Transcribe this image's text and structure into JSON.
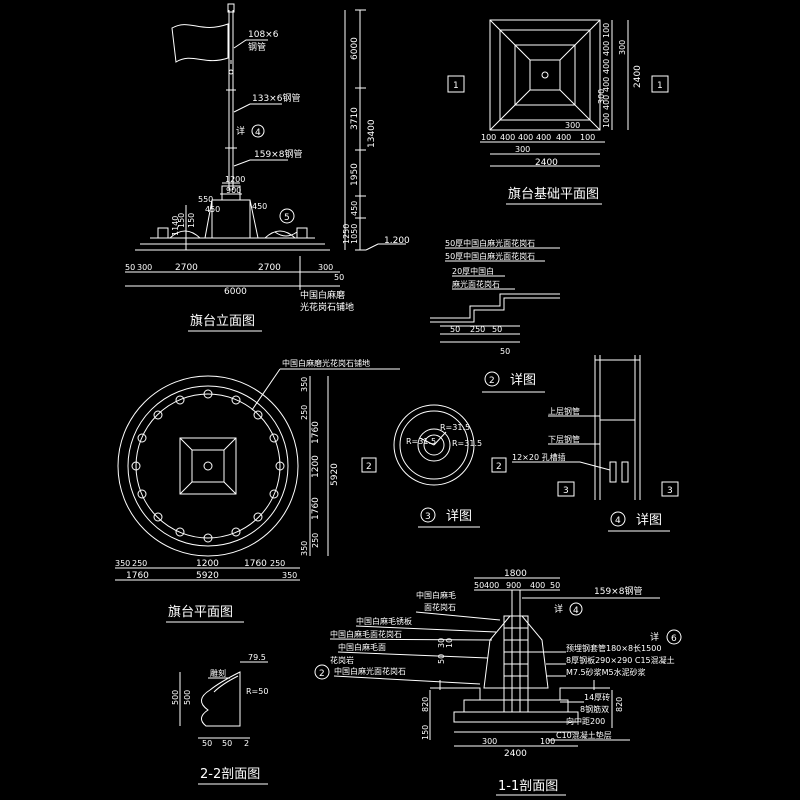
{
  "titles": {
    "elevation": "旗台立面图",
    "foundation": "旗台基础平面图",
    "plan": "旗台平面图",
    "detail2": "详图",
    "detail3": "详图",
    "detail4": "详图",
    "section22": "2-2剖面图",
    "section11": "1-1剖面图"
  },
  "markers": {
    "n1": "1",
    "n2": "2",
    "n3": "3",
    "n4": "4",
    "n5": "5",
    "n6": "6"
  },
  "elevation": {
    "pipe_top": "108×6",
    "pipe_top_b": "钢管",
    "pipe_mid": "133×6钢管",
    "pipe_low": "159×8钢管",
    "detail_ref": "详",
    "h1": "6000",
    "h2": "3710",
    "h3": "1950",
    "h_total": "13400",
    "h4": "450",
    "h5": "1250",
    "h6": "1050",
    "level": "1.200",
    "w_top1": "1200",
    "w_top2": "900",
    "w_550": "550",
    "w_450a": "450",
    "w_450b": "450",
    "v1": "1140",
    "v2": "150",
    "v3": "150",
    "d_50a": "50",
    "d_300a": "300",
    "d_2700a": "2700",
    "d_2700b": "2700",
    "d_300b": "300",
    "d_50b": "50",
    "d_6000": "6000",
    "paving_1": "中国白麻磨",
    "paving_2": "光花岗石铺地"
  },
  "foundation": {
    "t_100": "100",
    "t_400a": "400",
    "t_400b": "400",
    "t_400c": "400",
    "t_400d": "400",
    "t_100b": "100",
    "t_300": "300",
    "b_300": "300",
    "b_2400": "2400",
    "r_300": "300",
    "r_2400": "2400",
    "rl_400": "400",
    "rl_400b": "400",
    "rl_400c": "400",
    "rl_400d": "400",
    "rl_300": "300",
    "rl_100": "100",
    "rl_100b": "100"
  },
  "detail2": {
    "l1": "50厚中国白麻光面花岗石",
    "l2": "50厚中国白麻光面花岗石",
    "l3": "20厚中国白",
    "l4": "麻光面花岗石",
    "d_50a": "50",
    "d_250": "250",
    "d_50b": "50",
    "d_50c": "50"
  },
  "plan": {
    "label": "中国白麻磨光花岗石铺地",
    "r_350": "350",
    "r_250": "250",
    "r_1760a": "1760",
    "r_1200": "1200",
    "r_1760b": "1760",
    "r_250b": "250",
    "r_350b": "350",
    "r_5920": "5920",
    "b_350": "350",
    "b_250": "250",
    "b_1760a": "1760",
    "b_1200": "1200",
    "b_1760b": "1760",
    "b_250b": "250",
    "b_5920": "5920",
    "b_350b": "350"
  },
  "detail3": {
    "r1": "R=31.5",
    "r2": "R=31.5",
    "r3": "R=31.5"
  },
  "detail4": {
    "upper": "上层钢管",
    "lower": "下层钢管",
    "hole": "12×20 孔槽插"
  },
  "section22": {
    "label": "雕刻",
    "top": "79.5",
    "radius": "R=50",
    "h_500a": "500",
    "h_500b": "500",
    "w_50a": "50",
    "w_50b": "50",
    "w_2": "2"
  },
  "section11": {
    "top_1800": "1800",
    "t_50a": "50",
    "t_400a": "400",
    "t_900": "900",
    "t_400b": "400",
    "t_50b": "50",
    "pipe": "159×8钢管",
    "l1": "中国白麻毛",
    "l2": "面花岗石",
    "l3": "中国白麻毛锈板",
    "l4": "中国白麻毛面花岗石",
    "l5": "中国白麻毛面",
    "l6": "花岗岩",
    "l7": "中国白麻光面花岗石",
    "r1": "预埋钢套管180×8长1500",
    "r2": "8厚钢板290×290 C15混凝土",
    "r3": "M7.5砂浆M5水泥砂浆",
    "r4": "14厚砖",
    "r5": "8钢筋双",
    "r6": "向中距200",
    "r7": "C10混凝土垫层",
    "v_820": "820",
    "v_150": "150",
    "v_820b": "820",
    "v_30": "30",
    "v_10": "10",
    "v_50": "50",
    "b_300": "300",
    "b_2400": "2400",
    "b_100": "100"
  }
}
